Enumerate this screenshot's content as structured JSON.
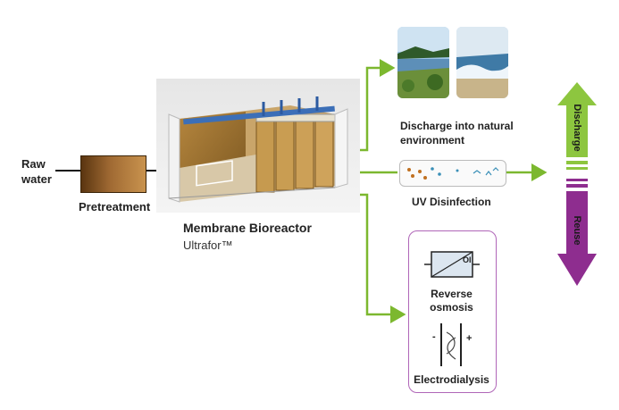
{
  "nodes": {
    "raw_water": "Raw water",
    "pretreatment": "Pretreatment",
    "mbr_title": "Membrane Bioreactor",
    "mbr_brand_prefix": "Ultrafor",
    "mbr_brand_suffix": "™",
    "discharge_label": "Discharge  into natural environment",
    "uv_label": "UV Disinfection",
    "ro_label": "Reverse osmosis",
    "ro_module_text": "OI",
    "ed_label": "Electrodialysis",
    "ed_minus": "-",
    "ed_plus": "+"
  },
  "side_arrow": {
    "up_label": "Discharge",
    "down_label": "Reuse",
    "up_color": "#8dc63f",
    "down_color": "#8e2d8f"
  },
  "colors": {
    "flow_arrow": "#7cb82f",
    "panel_border": "#b066b8",
    "pretreatment": "#8b5a2b"
  }
}
